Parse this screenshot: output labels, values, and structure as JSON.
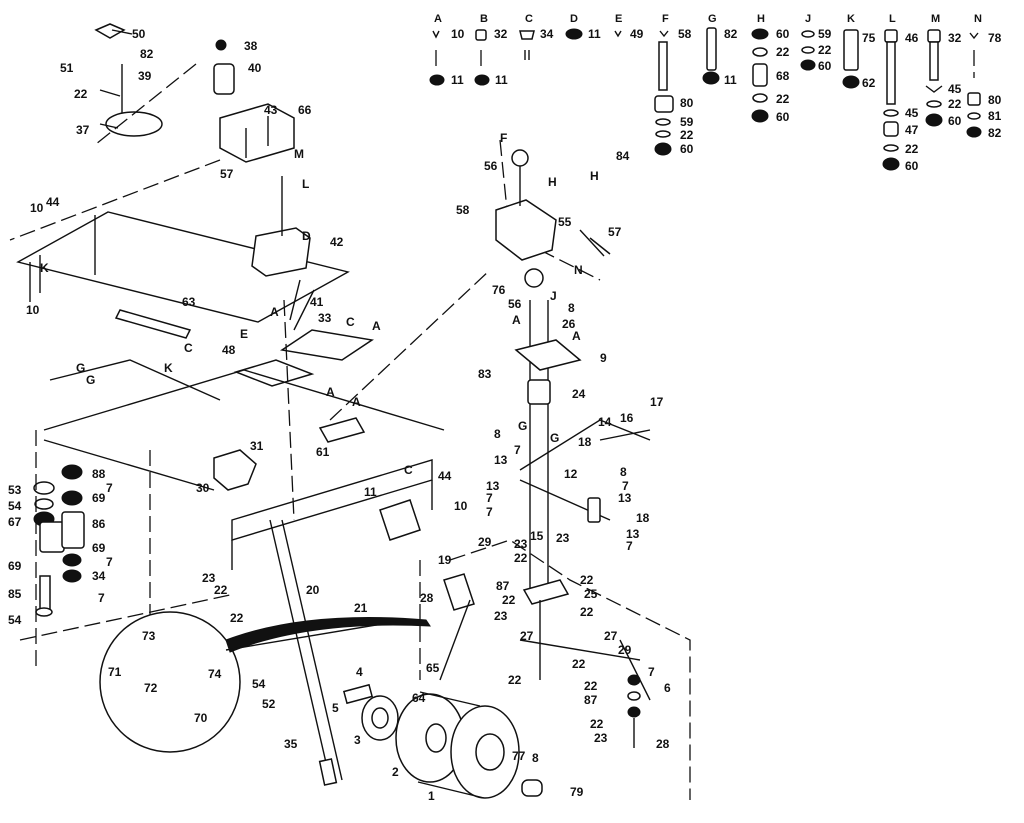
{
  "diagram": {
    "header_columns": [
      {
        "letter": "A",
        "parts": [
          "10",
          "11"
        ]
      },
      {
        "letter": "B",
        "parts": [
          "32",
          "11"
        ]
      },
      {
        "letter": "C",
        "parts": [
          "34"
        ]
      },
      {
        "letter": "D",
        "parts": [
          "11"
        ]
      },
      {
        "letter": "E",
        "parts": [
          "49"
        ]
      },
      {
        "letter": "F",
        "parts": [
          "58",
          "80",
          "59",
          "22",
          "60"
        ]
      },
      {
        "letter": "G",
        "parts": [
          "82",
          "11"
        ]
      },
      {
        "letter": "H",
        "parts": [
          "60",
          "22",
          "68",
          "22",
          "60"
        ]
      },
      {
        "letter": "J",
        "parts": [
          "59",
          "22",
          "60"
        ]
      },
      {
        "letter": "K",
        "parts": [
          "75",
          "62"
        ]
      },
      {
        "letter": "L",
        "parts": [
          "46",
          "45",
          "47",
          "22",
          "60"
        ]
      },
      {
        "letter": "M",
        "parts": [
          "32",
          "45",
          "22",
          "60"
        ]
      },
      {
        "letter": "N",
        "parts": [
          "78",
          "80",
          "81",
          "82"
        ]
      }
    ],
    "callouts": {
      "c50": "50",
      "c51": "51",
      "c82": "82",
      "c39": "39",
      "c22a": "22",
      "c37": "37",
      "c38": "38",
      "c40": "40",
      "c43": "43",
      "c66": "66",
      "cM": "M",
      "c57a": "57",
      "cLa": "L",
      "c10a": "10",
      "c44a": "44",
      "cK": "K",
      "c10b": "10",
      "c42": "42",
      "cD": "D",
      "c63": "63",
      "cC1": "C",
      "cK2": "K",
      "cE1": "E",
      "cA1": "A",
      "c41": "41",
      "c33": "33",
      "cC2": "C",
      "cA2": "A",
      "c48": "48",
      "cG1": "G",
      "cG2": "G",
      "cA3": "A",
      "cA4": "A",
      "c61": "61",
      "c31": "31",
      "cC3": "C",
      "c30": "30",
      "c44b": "44",
      "c11": "11",
      "c10c": "10",
      "c53": "53",
      "c54a": "54",
      "c67": "67",
      "c69a": "69",
      "c85": "85",
      "c54b": "54",
      "c88": "88",
      "c7a": "7",
      "c69b": "69",
      "c86": "86",
      "c69c": "69",
      "c7b": "7",
      "c34": "34",
      "c7c": "7",
      "c23a": "23",
      "c22b": "22",
      "c20": "20",
      "c22c": "22",
      "c54c": "54",
      "c52": "52",
      "c35": "35",
      "c73": "73",
      "c71": "71",
      "c72": "72",
      "c74": "74",
      "c70": "70",
      "c21": "21",
      "c4": "4",
      "c65": "65",
      "c64": "64",
      "c5": "5",
      "c3": "3",
      "c2": "2",
      "c1": "1",
      "c77": "77",
      "c8a": "8",
      "c79": "79",
      "c19": "19",
      "c29a": "29",
      "c87a": "87",
      "c28a": "28",
      "c22d": "22",
      "c23b": "23",
      "c27a": "27",
      "c22e": "22",
      "cF": "F",
      "c56a": "56",
      "cH1": "H",
      "cH2": "H",
      "c84": "84",
      "c58": "58",
      "c55": "55",
      "c57b": "57",
      "cN": "N",
      "c76": "76",
      "c56b": "56",
      "cJ": "J",
      "c8b": "8",
      "cA5": "A",
      "c26": "26",
      "cA6": "A",
      "c9": "9",
      "c83": "83",
      "c24": "24",
      "c8c": "8",
      "cG3": "G",
      "cG4": "G",
      "c18a": "18",
      "c7d": "7",
      "c13a": "13",
      "c14": "14",
      "c16": "16",
      "c17": "17",
      "c12": "12",
      "c8d": "8",
      "c7e": "7",
      "c13b": "13",
      "c18b": "18",
      "c13c": "13",
      "c7f": "7",
      "c7g": "7",
      "c13d": "13",
      "c7h": "7",
      "c15": "15",
      "c23c": "23",
      "c22f": "22",
      "c23d": "23",
      "c22g": "22",
      "c25": "25",
      "c22h": "22",
      "c27b": "27",
      "c22i": "22",
      "c29b": "29",
      "c7i": "7",
      "c6": "6",
      "c22j": "22",
      "c87b": "87",
      "c22k": "22",
      "c23e": "23",
      "c28b": "28"
    }
  }
}
